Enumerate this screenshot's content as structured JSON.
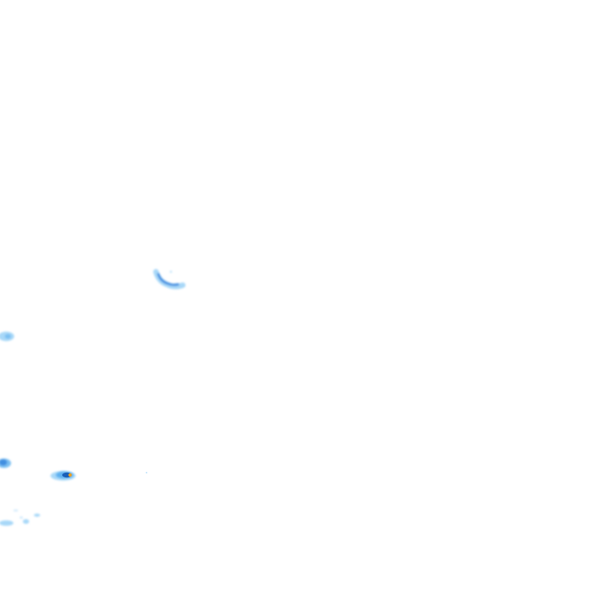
{
  "map": {
    "layer": "precipitation-radar-overlay",
    "background_color": "#ffffff",
    "intensity_colors": {
      "light": "#a8d8f8",
      "moderate": "#5fb0ef",
      "heavy": "#2f80d8",
      "core": "#1a5fb8",
      "extreme": "#f0a020"
    },
    "echoes": [
      {
        "id": "echo-arc-north",
        "intensity": "moderate"
      },
      {
        "id": "echo-west-edge",
        "intensity": "light"
      },
      {
        "id": "echo-southwest-edge",
        "intensity": "moderate"
      },
      {
        "id": "echo-southwest-cell",
        "intensity": "heavy"
      },
      {
        "id": "echo-south-fragments",
        "intensity": "light"
      }
    ]
  }
}
